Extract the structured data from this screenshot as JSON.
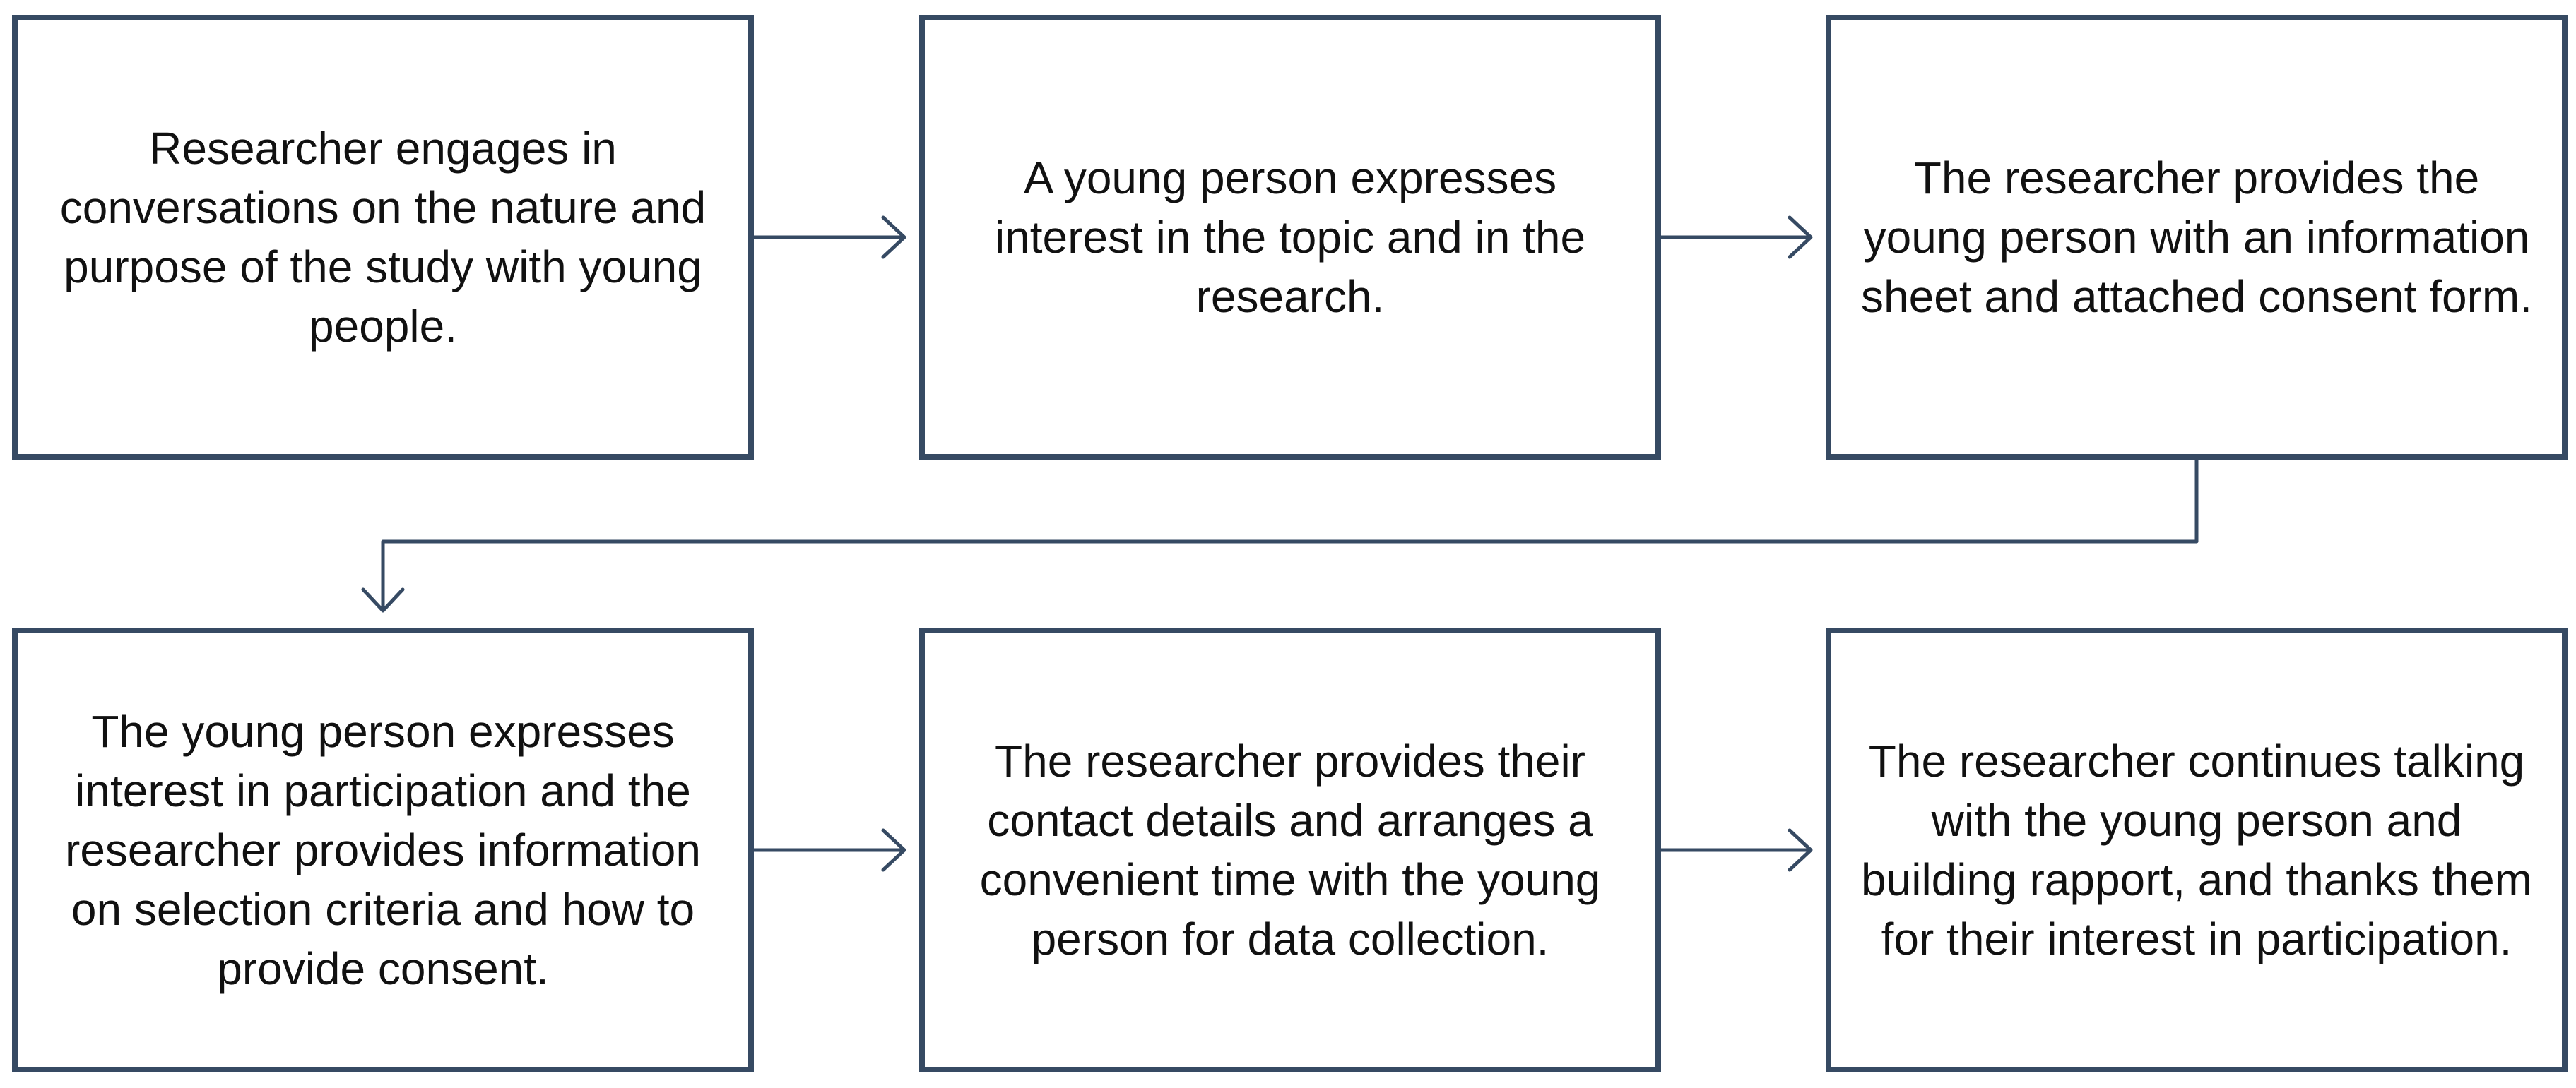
{
  "colors": {
    "box_border": "#364a63",
    "connector": "#364a63",
    "text": "#111111",
    "background": "#ffffff"
  },
  "steps": [
    {
      "text": "Researcher engages in conversations on the nature and purpose of the study with young people."
    },
    {
      "text": "A young person expresses interest in the topic and in the research."
    },
    {
      "text": "The researcher provides the young person with an information sheet and attached consent form."
    },
    {
      "text": "The young person expresses interest in participation and the researcher provides information on selection criteria and how to provide consent."
    },
    {
      "text": "The researcher provides their contact details and arranges a convenient time with the young person for data collection."
    },
    {
      "text": "The researcher continues talking with the young person and building rapport, and thanks them for their interest in participation."
    }
  ],
  "connections": [
    {
      "from": 1,
      "to": 2
    },
    {
      "from": 2,
      "to": 3
    },
    {
      "from": 3,
      "to": 4
    },
    {
      "from": 4,
      "to": 5
    },
    {
      "from": 5,
      "to": 6
    }
  ]
}
